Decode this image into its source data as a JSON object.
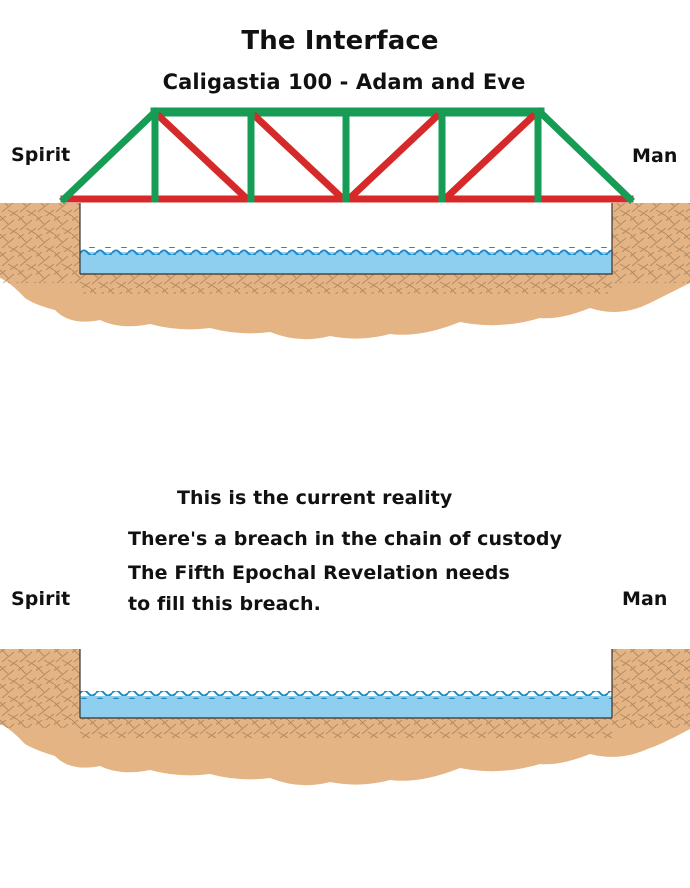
{
  "diagram": {
    "title": "The Interface",
    "subtitle": "Caligastia 100 - Adam and Eve"
  },
  "top_scene": {
    "left_label": "Spirit",
    "right_label": "Man"
  },
  "bottom_scene": {
    "left_label": "Spirit",
    "right_label": "Man",
    "caption_line_1": "This is the current reality",
    "caption_line_2": "There's a breach in the chain of custody",
    "caption_line_3": "The Fifth Epochal Revelation needs",
    "caption_line_4": "to fill this breach."
  },
  "colors": {
    "ground": "#e4b485",
    "water": "#8ecff0",
    "wave": "#1e88c7",
    "truss_top": "#169c55",
    "truss_diagonal": "#d62a2a",
    "truss_bottom": "#d62a2a"
  }
}
